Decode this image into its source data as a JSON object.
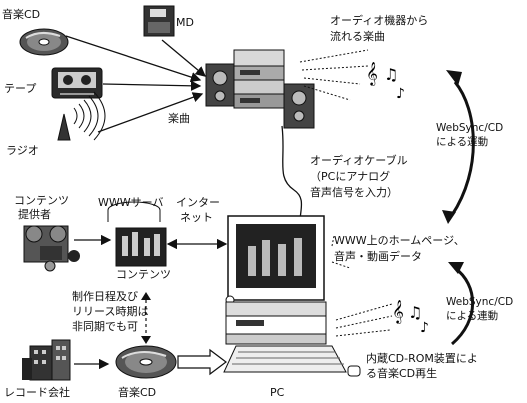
{
  "labels": {
    "music_cd": "音楽CD",
    "md": "MD",
    "tape": "テープ",
    "radio": "ラジオ",
    "music": "楽曲",
    "audio_flow": [
      "オーディオ機器から",
      "流れる楽曲"
    ],
    "websync_top": [
      "WebSync/CD",
      "による運動"
    ],
    "audio_cable": [
      "オーディオケーブル",
      "（PCにアナログ",
      "音声信号を入力）"
    ],
    "content_provider": [
      "コンテンツ",
      "提供者"
    ],
    "www_server": "WWWサーバ",
    "internet": [
      "インター",
      "ネット"
    ],
    "contents": "コンテンツ",
    "www_homepage": [
      "WWW上のホームページ、",
      "音声・動画データ"
    ],
    "schedule_note": [
      "制作日程及び",
      "リリース時期は",
      "非同期でも可"
    ],
    "websync_bottom": [
      "WebSync/CD",
      "による連動"
    ],
    "cdrom_play": [
      "内蔵CD-ROM装置によ",
      "る音楽CD再生"
    ],
    "record_company": "レコード会社",
    "music_cd_bottom": "音楽CD",
    "pc": "PC"
  },
  "icons": [
    "cd-icon",
    "md-icon",
    "cassette-tape-icon",
    "radio-antenna-icon",
    "stereo-system-icon",
    "music-notes-icon",
    "film-camera-icon",
    "server-icon",
    "computer-icon",
    "building-icon"
  ]
}
